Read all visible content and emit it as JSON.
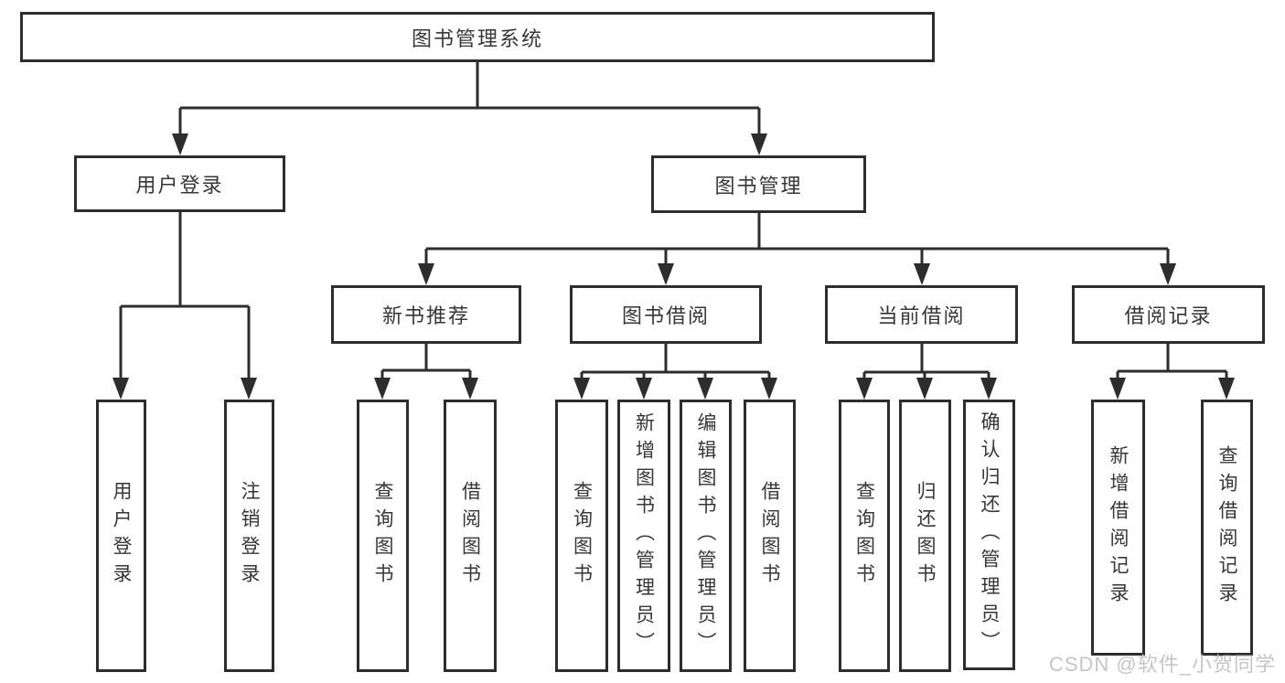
{
  "diagram": {
    "title_node": {
      "label": "图书管理系统"
    },
    "l2": [
      {
        "label": "用户登录"
      },
      {
        "label": "图书管理"
      }
    ],
    "l3": [
      {
        "label": "新书推荐"
      },
      {
        "label": "图书借阅"
      },
      {
        "label": "当前借阅"
      },
      {
        "label": "借阅记录"
      }
    ],
    "leaves": [
      {
        "label": "用户登录"
      },
      {
        "label": "注销登录"
      },
      {
        "label": "查询图书"
      },
      {
        "label": "借阅图书"
      },
      {
        "label": "查询图书"
      },
      {
        "label": "新增图书（管理员）"
      },
      {
        "label": "编辑图书（管理员）"
      },
      {
        "label": "借阅图书"
      },
      {
        "label": "查询图书"
      },
      {
        "label": "归还图书"
      },
      {
        "label": "确认归还（管理员）"
      },
      {
        "label": "新增借阅记录"
      },
      {
        "label": "查询借阅记录"
      }
    ]
  },
  "watermark": {
    "text": "CSDN @软件_小贺同学"
  },
  "colors": {
    "line": "#2d2d2d",
    "text": "#36363b",
    "background": "#ffffff",
    "watermark": "#bcbcbc"
  }
}
